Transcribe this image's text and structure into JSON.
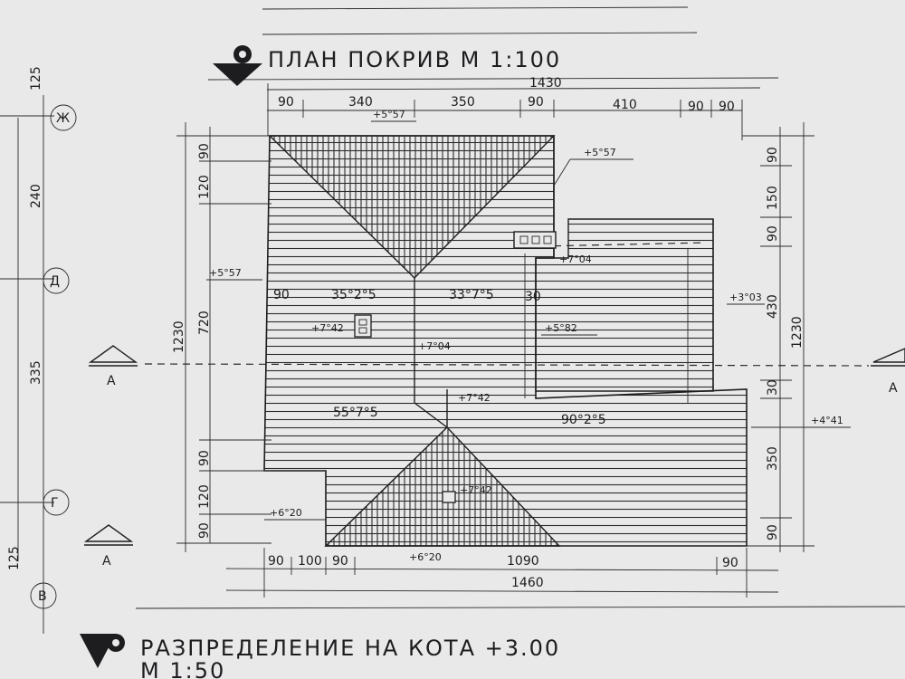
{
  "title": "ПЛАН ПОКРИВ  М  1:100",
  "bottom_title": "РАЗПРЕДЕЛЕНИЕ  НА  КОТА  +3.00",
  "bottom_scale": "М  1:50",
  "top_dims": {
    "total": "1430",
    "d1": "90",
    "d2": "340",
    "d3": "350",
    "d4": "90",
    "d5": "410",
    "d6": "90",
    "d7": "90"
  },
  "bottom_dims": {
    "total": "1460",
    "d1": "90",
    "d2": "100",
    "d3": "90",
    "d4": "1090",
    "d5": "90"
  },
  "left_dims": {
    "total": "1230",
    "d720": "720",
    "d90a": "90",
    "d120a": "120",
    "d90b": "90",
    "d120b": "120",
    "d90c": "90",
    "g240": "240",
    "g335": "335",
    "g125": "125",
    "g125b": "125"
  },
  "right_dims": {
    "total": "1230",
    "d90a": "90",
    "d150": "150",
    "d90b": "90",
    "d430": "430",
    "d30": "30",
    "d350": "350",
    "d90c": "90"
  },
  "levels": {
    "l557a": "+5°57",
    "l557b": "+5°57",
    "l557c": "+5°57",
    "l704a": "+7°04",
    "l704b": "+7°04",
    "l742a": "+7°42",
    "l742b": "+7°42",
    "l742c": "+7°42",
    "l582": "+5°82",
    "l303": "+3°03",
    "l441": "+4°41",
    "l620a": "+6°20",
    "l620b": "+6°20"
  },
  "slopes": {
    "s1": "35°2°5",
    "s2": "33°7°5",
    "s3": "55°7°5",
    "s4": "90°2°5",
    "s5": "90",
    "s6": "30"
  },
  "axes": {
    "ax1": "Ж",
    "ax2": "Д",
    "ax3": "Г",
    "ax4": "В"
  },
  "section_label": "А"
}
